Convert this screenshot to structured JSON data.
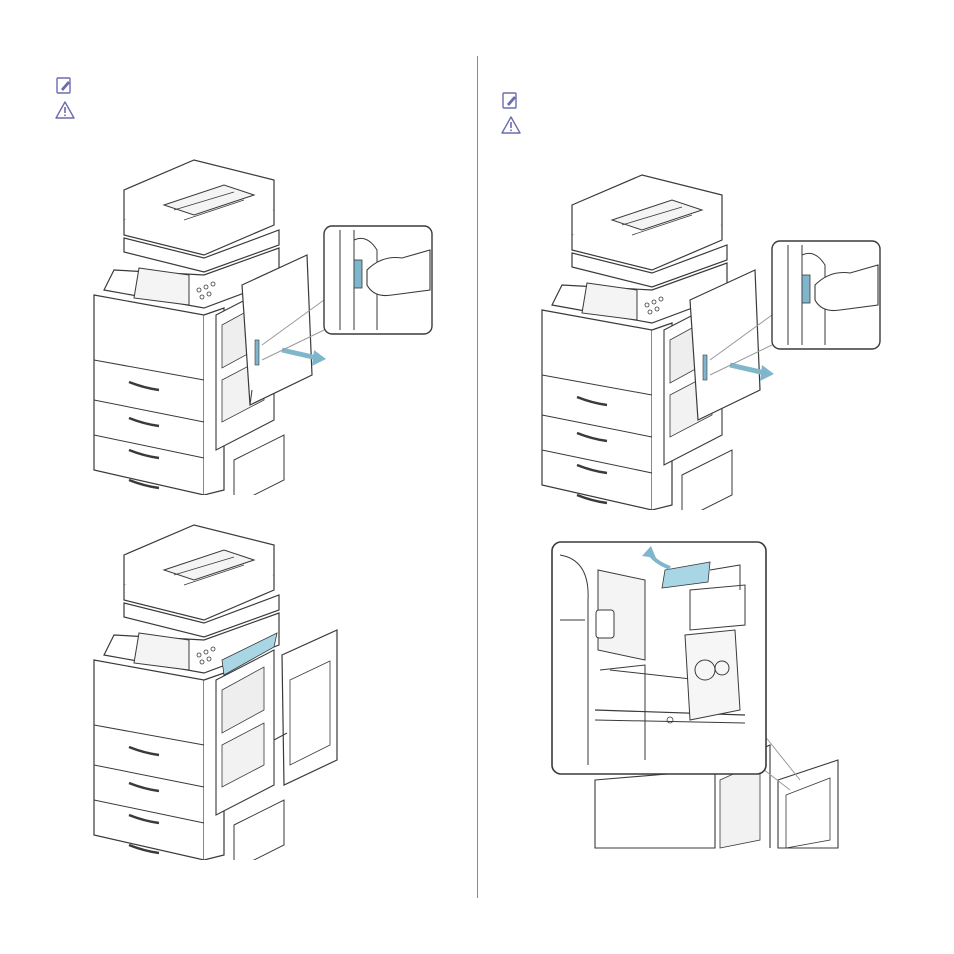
{
  "page": {
    "left_column": {
      "icons": [
        "note-icon",
        "caution-icon"
      ],
      "figures": [
        "printer-side-door-opening",
        "printer-side-door-open-jam-removal"
      ]
    },
    "right_column": {
      "icons": [
        "note-icon",
        "caution-icon"
      ],
      "figures": [
        "printer-side-door-opening",
        "fuser-area-jam-removal-closeup"
      ]
    }
  },
  "colors": {
    "line": "#3a3a3a",
    "icon_accent": "#6b6bb0",
    "paper_jam": "#a9d6e5",
    "arrow": "#7fb6cc",
    "divider": "#8a8a8a"
  }
}
